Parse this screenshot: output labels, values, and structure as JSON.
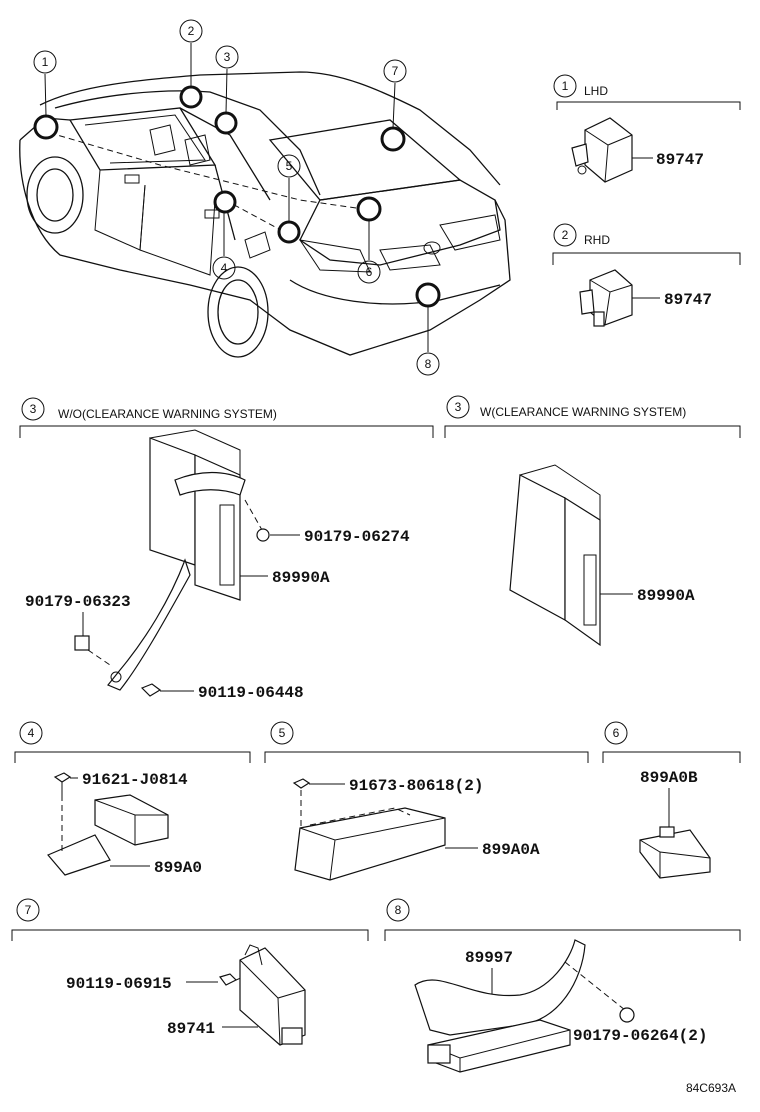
{
  "callouts": [
    "1",
    "2",
    "3",
    "4",
    "5",
    "6",
    "7",
    "8"
  ],
  "sections": {
    "s1": {
      "num": "1",
      "label": "LHD",
      "part": "89747"
    },
    "s2": {
      "num": "2",
      "label": "RHD",
      "part": "89747"
    },
    "s3a": {
      "num": "3",
      "label": "W/O(CLEARANCE WARNING SYSTEM)",
      "parts": [
        "90179-06274",
        "89990A",
        "90179-06323",
        "90119-06448"
      ]
    },
    "s3b": {
      "num": "3",
      "label": "W(CLEARANCE WARNING SYSTEM)",
      "parts": [
        "89990A"
      ]
    },
    "s4": {
      "num": "4",
      "parts": [
        "91621-J0814",
        "899A0"
      ]
    },
    "s5": {
      "num": "5",
      "parts": [
        "91673-80618(2)",
        "899A0A"
      ]
    },
    "s6": {
      "num": "6",
      "parts": [
        "899A0B"
      ]
    },
    "s7": {
      "num": "7",
      "parts": [
        "90119-06915",
        "89741"
      ]
    },
    "s8": {
      "num": "8",
      "parts": [
        "89997",
        "90179-06264(2)"
      ]
    }
  },
  "drawing_code": "84C693A"
}
